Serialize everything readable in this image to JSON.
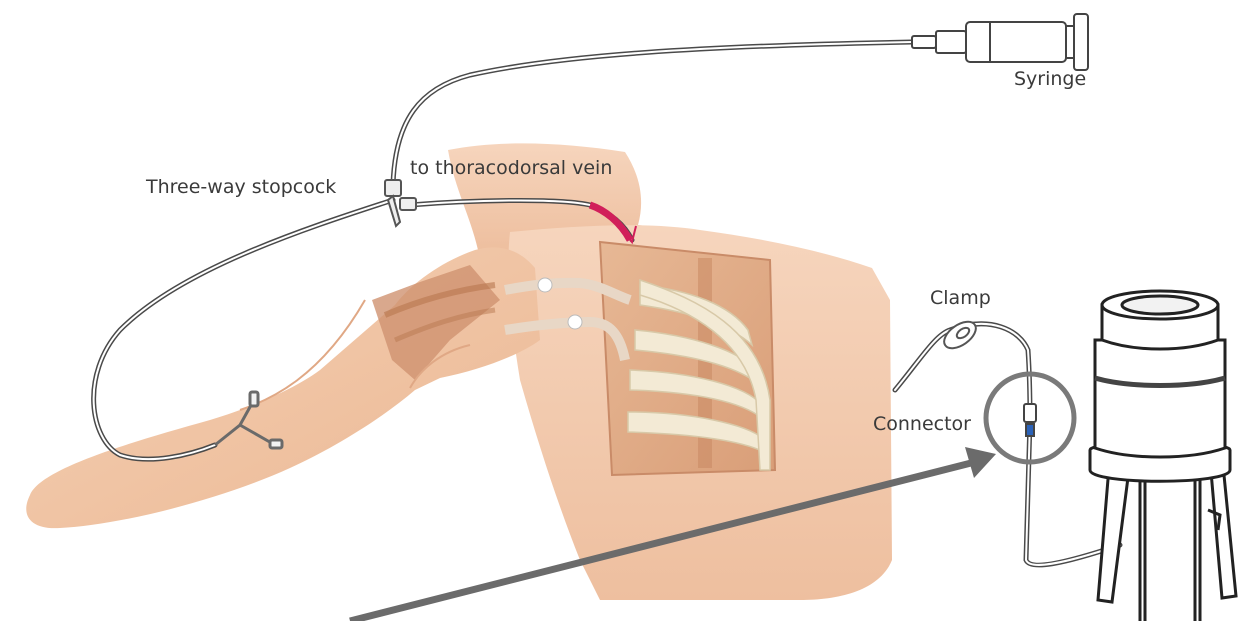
{
  "labels": {
    "syringe": "Syringe",
    "stopcock": "Three-way stopcock",
    "vein": "to thoracodorsal vein",
    "clamp": "Clamp",
    "connector": "Connector"
  },
  "colors": {
    "skin": "#f2c9ad",
    "skin_shade": "#e2ae8e",
    "tissue": "#c98963",
    "bone": "#f3ead5",
    "tube": "#4a4a4a",
    "accent": "#d11f5a",
    "highlight": "#7a7a7a"
  },
  "icons": {
    "syringe": "syringe-icon",
    "reservoir": "reservoir-stand-icon",
    "arrow": "pointer-arrow-icon",
    "ring": "connector-highlight-ring"
  }
}
